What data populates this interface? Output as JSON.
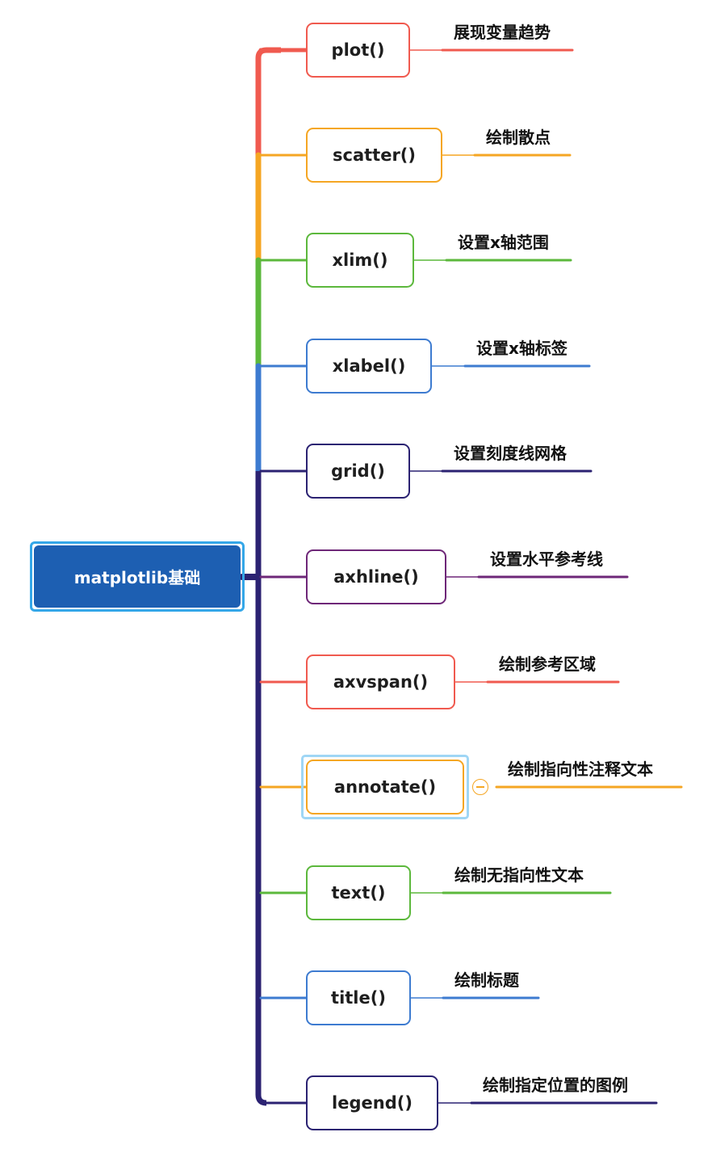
{
  "root": {
    "label": "matplotlib基础"
  },
  "branches": [
    {
      "func": "plot()",
      "desc": "展现变量趋势",
      "color": "#f05a4f"
    },
    {
      "func": "scatter()",
      "desc": "绘制散点",
      "color": "#f5a623"
    },
    {
      "func": "xlim()",
      "desc": "设置x轴范围",
      "color": "#5cb83c"
    },
    {
      "func": "xlabel()",
      "desc": "设置x轴标签",
      "color": "#3d7bd0"
    },
    {
      "func": "grid()",
      "desc": "设置刻度线网格",
      "color": "#2b2272"
    },
    {
      "func": "axhline()",
      "desc": "设置水平参考线",
      "color": "#6e2778"
    },
    {
      "func": "axvspan()",
      "desc": "绘制参考区域",
      "color": "#f05a4f"
    },
    {
      "func": "annotate()",
      "desc": "绘制指向性注释文本",
      "color": "#f5a623",
      "selected": true,
      "collapse_toggle": true
    },
    {
      "func": "text()",
      "desc": "绘制无指向性文本",
      "color": "#5cb83c"
    },
    {
      "func": "title()",
      "desc": "绘制标题",
      "color": "#3d7bd0"
    },
    {
      "func": "legend()",
      "desc": "绘制指定位置的图例",
      "color": "#2b2272"
    }
  ],
  "colors": {
    "root_fill": "#1d5fb2",
    "root_ring": "#35a7e8",
    "selection_ring": "#9fd6f5"
  }
}
